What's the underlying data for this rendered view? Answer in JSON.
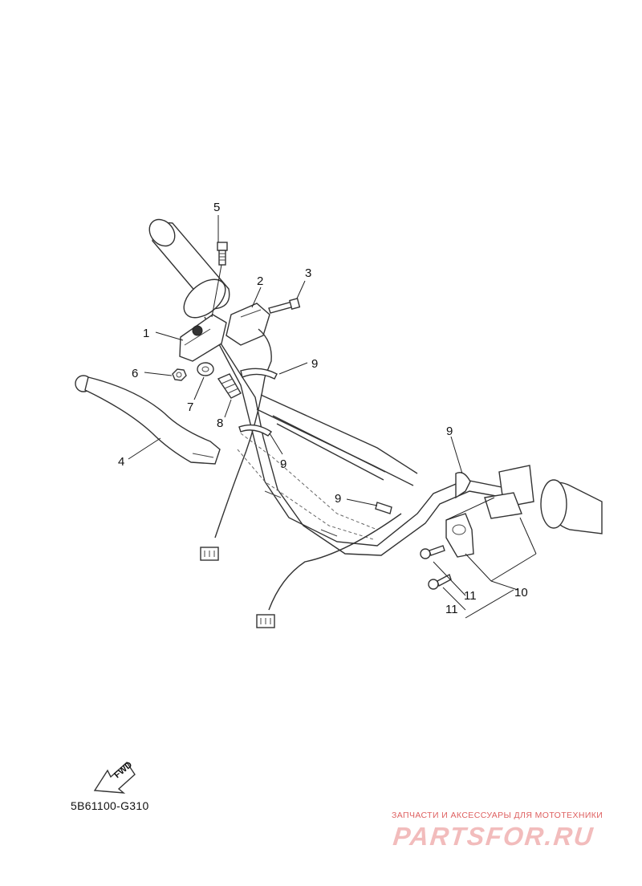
{
  "callouts": {
    "c1": "1",
    "c2": "2",
    "c3": "3",
    "c4": "4",
    "c5": "5",
    "c6": "6",
    "c7": "7",
    "c8": "8",
    "c9a": "9",
    "c9b": "9",
    "c9c": "9",
    "c9d": "9",
    "c10": "10",
    "c11a": "11",
    "c11b": "11"
  },
  "fwd_label": "FWD",
  "diagram_code": "5B61100-G310",
  "watermark": {
    "tagline": "ЗАПЧАСТИ И АКСЕССУАРЫ ДЛЯ МОТОТЕХНИКИ",
    "logo": "PARTSFOR.RU"
  }
}
